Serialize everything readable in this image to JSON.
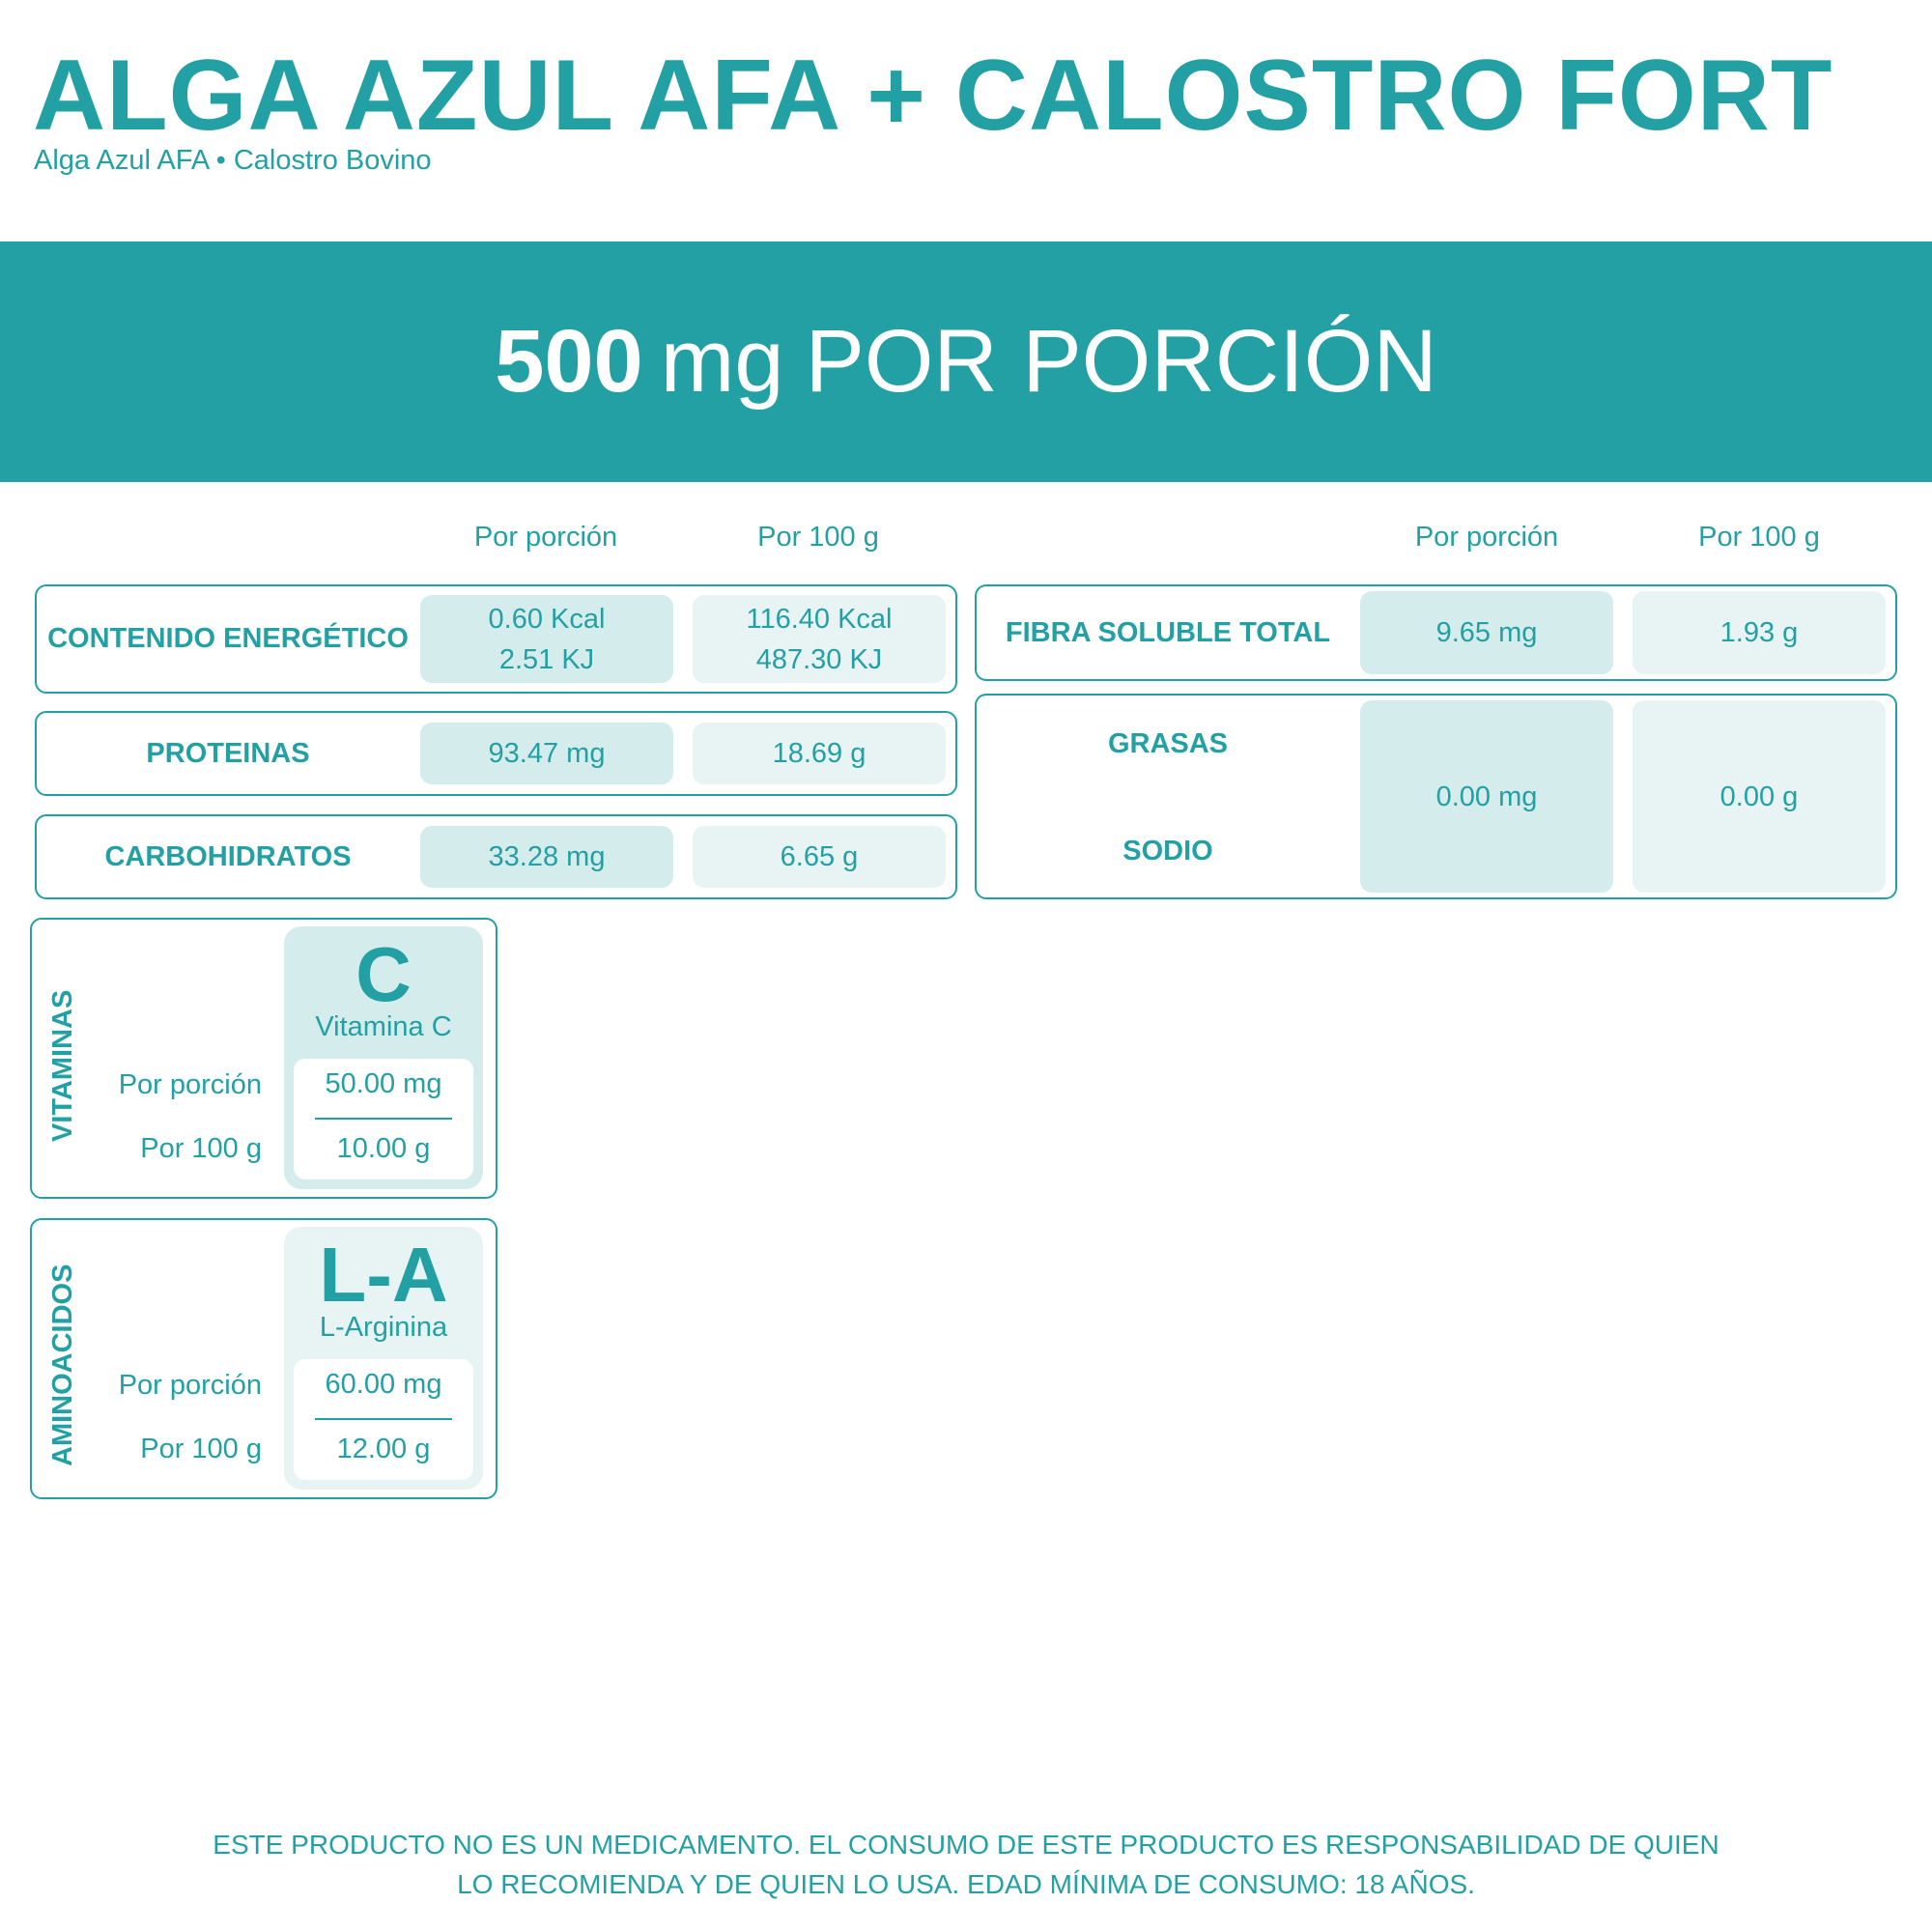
{
  "header": {
    "title": "ALGA AZUL AFA + CALOSTRO FORT",
    "subtitle": "Alga Azul AFA  • Calostro Bovino"
  },
  "banner": {
    "amount": "500",
    "unit": "mg",
    "label": "POR PORCIÓN"
  },
  "columns": {
    "per_serving": "Por porción",
    "per_100g": "Por 100 g"
  },
  "left_table": [
    {
      "label": "CONTENIDO ENERGÉTICO",
      "per_serving": [
        "0.60 Kcal",
        "2.51 KJ"
      ],
      "per_100g": [
        "116.40 Kcal",
        "487.30 KJ"
      ]
    },
    {
      "label": "PROTEINAS",
      "per_serving": [
        "93.47 mg"
      ],
      "per_100g": [
        "18.69 g"
      ]
    },
    {
      "label": "CARBOHIDRATOS",
      "per_serving": [
        "33.28 mg"
      ],
      "per_100g": [
        "6.65 g"
      ]
    }
  ],
  "right_table": [
    {
      "label": "FIBRA SOLUBLE TOTAL",
      "per_serving": "9.65 mg",
      "per_100g": "1.93 g"
    },
    {
      "labels": [
        "GRASAS",
        "SODIO"
      ],
      "per_serving": "0.00 mg",
      "per_100g": "0.00 g"
    }
  ],
  "vitamins": {
    "section": "VITAMINAS",
    "symbol": "C",
    "name": "Vitamina C",
    "per_serving_label": "Por porción",
    "per_100g_label": "Por 100 g",
    "per_serving": "50.00 mg",
    "per_100g": "10.00 g"
  },
  "amino": {
    "section": "AMINOACIDOS",
    "symbol": "L-A",
    "name": "L-Arginina",
    "per_serving_label": "Por porción",
    "per_100g_label": "Por 100 g",
    "per_serving": "60.00 mg",
    "per_100g": "12.00 g"
  },
  "footer": {
    "line1": "ESTE PRODUCTO NO ES UN MEDICAMENTO. EL CONSUMO DE ESTE PRODUCTO ES RESPONSABILIDAD DE QUIEN",
    "line2": "LO RECOMIENDA Y DE QUIEN LO USA. EDAD MÍNIMA DE CONSUMO: 18 AÑOS."
  }
}
